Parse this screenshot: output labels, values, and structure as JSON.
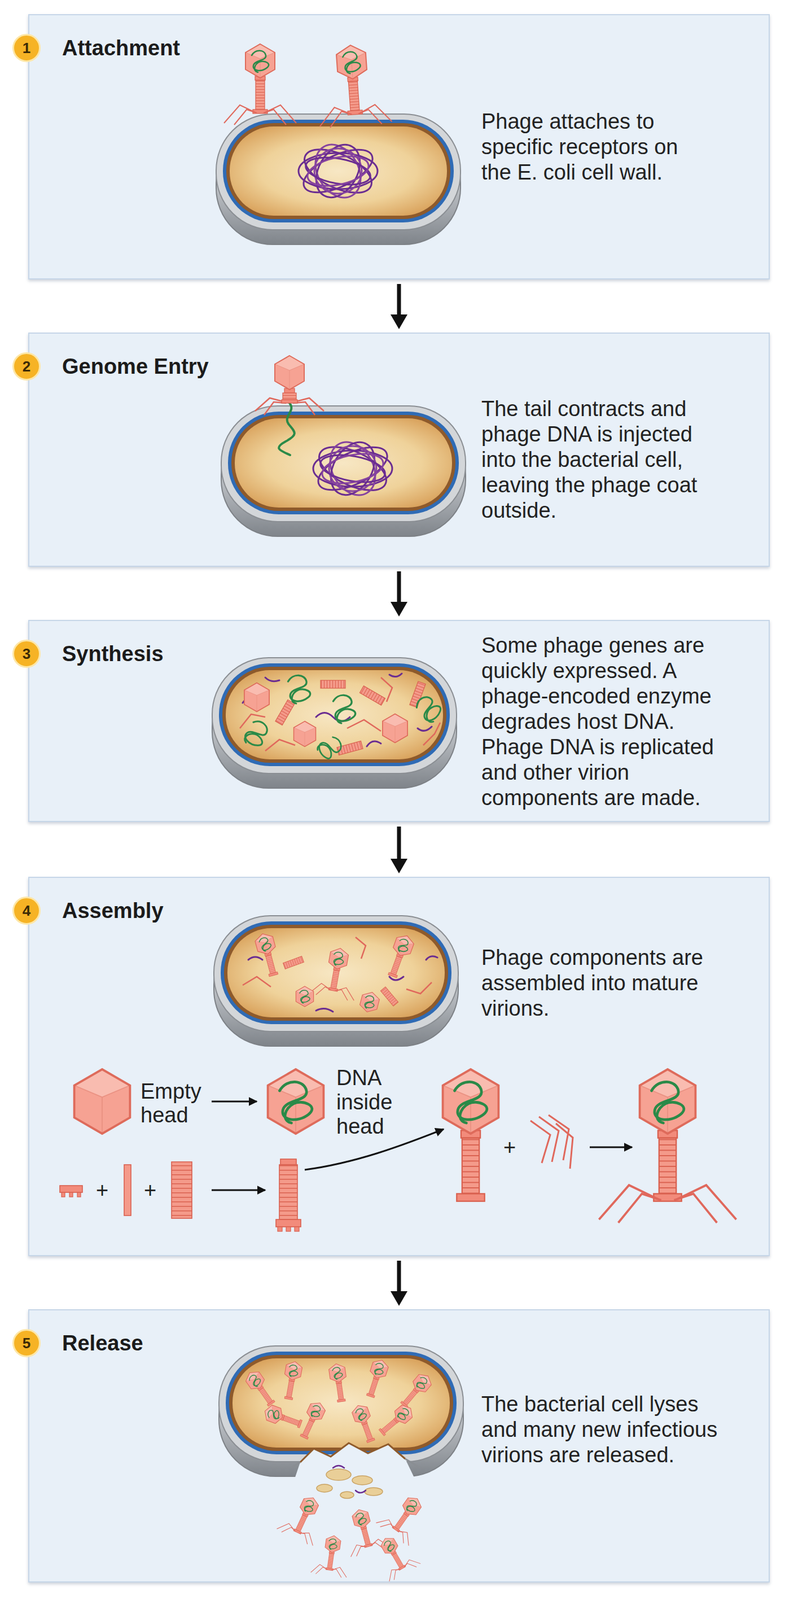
{
  "diagram": {
    "nodes": [
      {
        "text": [
          "Attachment",
          "Phage attaches to specific receptors on the E. coli cell wall."
        ]
      },
      {
        "text": [
          "1"
        ],
        "in": 0
      },
      {
        "text": [
          "Genome Entry",
          "The tail contracts and phage DNA is injected into the bacterial cell, leaving the phage coat outside."
        ]
      },
      {
        "text": [
          "2"
        ],
        "in": 2
      },
      {
        "text": [
          "Synthesis",
          "Some phage genes are quickly expressed. A phage-encoded enzyme degrades host DNA. Phage DNA is replicated and other virion components are made."
        ]
      },
      {
        "text": [
          "3"
        ],
        "in": 4
      },
      {
        "text": [
          "Assembly",
          "Phage components are assembled into mature virions."
        ]
      },
      {
        "text": [
          "4"
        ],
        "in": 6
      },
      {
        "text": [
          "Release",
          "The bacterial cell lyses and many new infectious virions are released."
        ]
      },
      {
        "text": [
          "5"
        ],
        "in": 8
      }
    ],
    "edges": [
      {
        "from": 0,
        "to": 2,
        "arrow": "to"
      },
      {
        "from": 2,
        "to": 4,
        "arrow": "to"
      },
      {
        "from": 4,
        "to": 6,
        "arrow": "to"
      },
      {
        "from": 6,
        "to": 8,
        "arrow": "to"
      }
    ],
    "labels": [
      "Empty head",
      "DNA inside head",
      "+",
      "+",
      "+"
    ]
  }
}
